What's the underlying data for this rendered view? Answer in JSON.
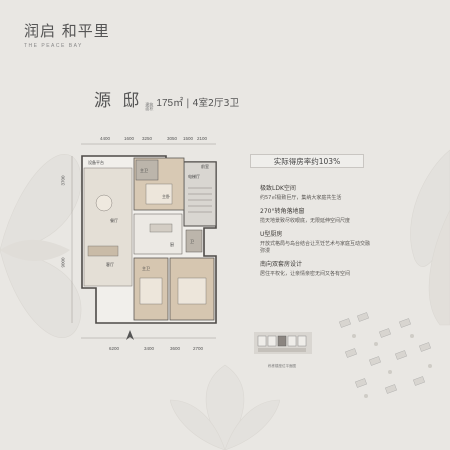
{
  "brand": {
    "name": "润启 和平里",
    "name_en": "THE PEACE BAY"
  },
  "unit": {
    "name": "源 邸",
    "area_label": "建筑面积",
    "area": "175㎡",
    "layout": "4室2厅3卫"
  },
  "plan": {
    "dims_top": [
      "4400",
      "1600",
      "3250",
      "3050",
      "1500",
      "2100"
    ],
    "dims_bottom": [
      "6200",
      "3400",
      "3600",
      "2700"
    ],
    "dims_left": [
      "3700",
      "9000"
    ],
    "room_labels": [
      "设备平台",
      "主卧",
      "餐厅",
      "客厅",
      "主卫",
      "电梯厅",
      "前室",
      "卫",
      "主卫",
      "厨"
    ]
  },
  "rate": {
    "label": "实际得房率约103%"
  },
  "features": [
    {
      "title": "极致LDK空间",
      "desc": "约57㎡极致巨厅，集纳大家庭共生活"
    },
    {
      "title": "270°转角落地窗",
      "desc": "揽天地景致尽收眼底，无限延伸空间尺度"
    },
    {
      "title": "U型厨房",
      "desc": "开放式格局与岛台结合让烹饪艺术与家庭互动交融弥漫"
    },
    {
      "title": "南向双套房设计",
      "desc": "居住平权化，让亲情亲密无间又各有空间"
    }
  ],
  "location": {
    "caption": "栋栋楼座位平面图"
  },
  "colors": {
    "background": "#e9e7e3",
    "badge_border": "#c9c6c2",
    "text": "#4a4744"
  }
}
